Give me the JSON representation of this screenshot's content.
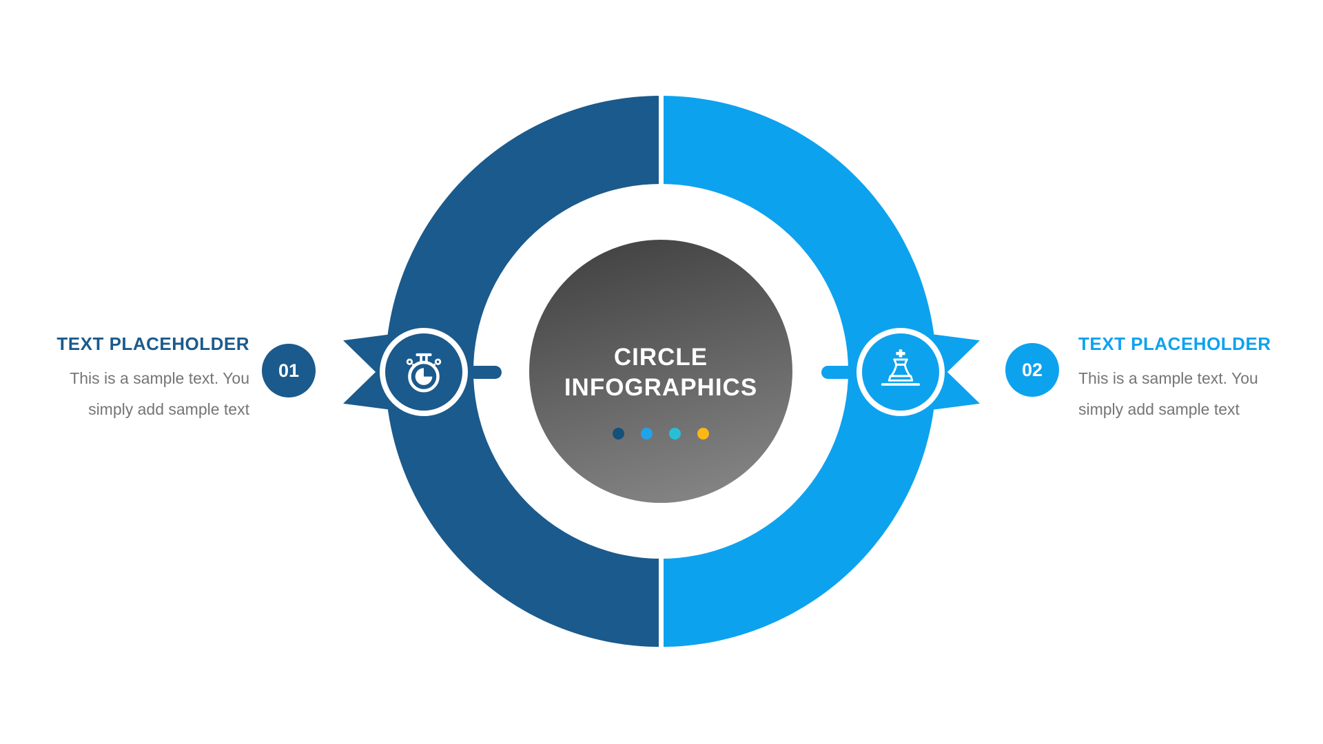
{
  "center": {
    "title_line1": "CIRCLE",
    "title_line2": "INFOGRAPHICS",
    "dots": [
      "#15507b",
      "#21a3e9",
      "#28bfd6",
      "#fdb714"
    ]
  },
  "items": [
    {
      "number": "01",
      "heading": "TEXT PLACEHOLDER",
      "body": "This is a sample text. You simply add sample text",
      "icon": "stopwatch-icon"
    },
    {
      "number": "02",
      "heading": "TEXT PLACEHOLDER",
      "body": "This is a sample text. You simply add sample text",
      "icon": "chess-piece-icon"
    }
  ],
  "colors": {
    "dark_blue": "#1b5a8c",
    "light_blue": "#0da2ee",
    "gray_dark": "#3e3e3e",
    "gray_light": "#8a8a8a",
    "gray_text": "#757575"
  }
}
